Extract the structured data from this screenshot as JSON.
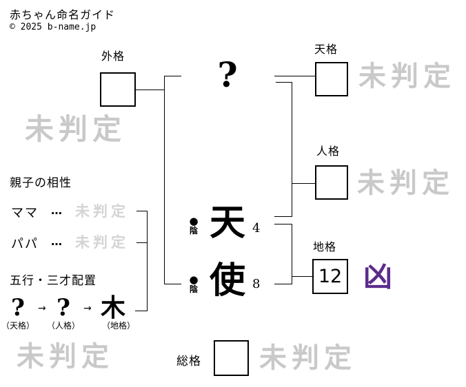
{
  "header": {
    "title": "赤ちゃん命名ガイド",
    "copyright": "© 2025 b-name.jp"
  },
  "colors": {
    "line": "#000000",
    "undetermined_gray": "#c9c9c9",
    "undetermined_gray_small": "#d4d4d4",
    "kyou_purple": "#5b2c8c"
  },
  "name_column": {
    "surname_chars": [
      {
        "char": "?",
        "strokes": "",
        "inyo": ""
      }
    ],
    "given_chars": [
      {
        "char": "天",
        "strokes": "4",
        "inyo": "陰",
        "bullet": "●"
      },
      {
        "char": "使",
        "strokes": "8",
        "inyo": "陰",
        "bullet": "●"
      }
    ]
  },
  "kaku": {
    "gaikaku": {
      "label": "外格",
      "value": "",
      "result": "未判定"
    },
    "tenkaku": {
      "label": "天格",
      "value": "",
      "result": "未判定"
    },
    "jinkaku": {
      "label": "人格",
      "value": "",
      "result": "未判定"
    },
    "chikaku": {
      "label": "地格",
      "value": "12",
      "result": "凶"
    },
    "soukaku": {
      "label": "総格",
      "value": "",
      "result": "未判定"
    }
  },
  "watermark_bottom_left": "未判定",
  "compatibility": {
    "heading": "親子の相性",
    "rows": [
      {
        "label": "ママ",
        "dots": "…",
        "result": "未判定"
      },
      {
        "label": "パパ",
        "dots": "…",
        "result": "未判定"
      }
    ]
  },
  "gogyo": {
    "heading": "五行・三才配置",
    "elements": [
      {
        "char": "?",
        "label": "（天格）"
      },
      {
        "char": "?",
        "label": "（人格）"
      },
      {
        "char": "木",
        "label": "（地格）"
      }
    ],
    "arrow": "→"
  }
}
